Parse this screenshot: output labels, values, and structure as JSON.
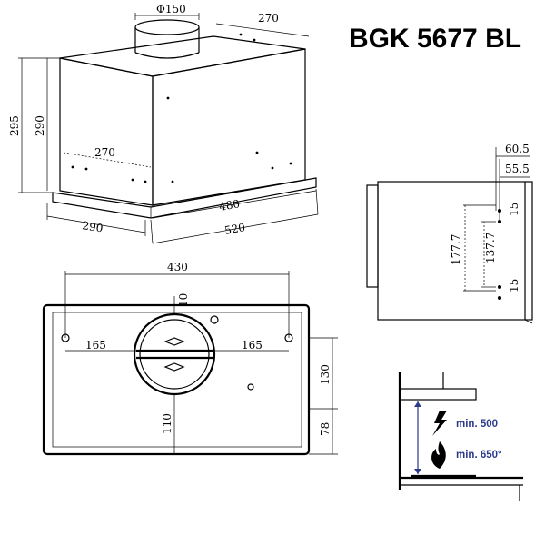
{
  "model": "BGK 5677 BL",
  "iso_view": {
    "duct_diameter": "Φ150",
    "depth_top": "270",
    "height_total": "295",
    "height_body": "290",
    "depth_inner": "270",
    "width_bottom": "480",
    "width_front": "520",
    "depth_bottom": "290"
  },
  "side_view": {
    "offset_a": "60.5",
    "offset_b": "55.5",
    "hole_top": "15",
    "span_outer": "177.7",
    "span_inner": "137.7",
    "hole_bottom": "15"
  },
  "top_view": {
    "width": "430",
    "collar_offset": "10",
    "left_offset": "165",
    "right_offset": "165",
    "rear_offset": "130",
    "front_offset": "110",
    "edge_offset": "78"
  },
  "install": {
    "min_electric": "min. 500",
    "min_gas": "min. 650°",
    "electric_color": "#2b3a8a",
    "gas_color": "#2b3a8a"
  }
}
